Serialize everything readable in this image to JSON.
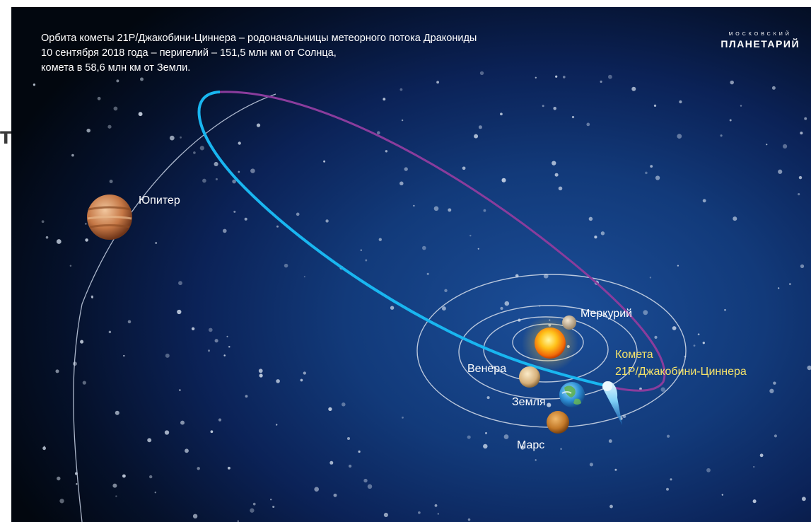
{
  "page": {
    "edge_text": "Т"
  },
  "header": {
    "line1": "Орбита кометы 21P/Джакобини-Циннера – родоначальницы метеорного потока Дракониды",
    "line2": "10 сентября 2018 года – перигелий – 151,5 млн км от Солнца,",
    "line3": "комета в 58,6 млн км от Земли."
  },
  "brand": {
    "top": "МОСКОВСКИЙ",
    "main": "ПЛАНЕТАРИЙ"
  },
  "labels": {
    "jupiter": "Юпитер",
    "mercury": "Меркурий",
    "comet_line1": "Комета",
    "comet_line2": "21P/Джакобини-Циннера",
    "venus": "Венера",
    "earth": "Земля",
    "mars": "Марс"
  },
  "colors": {
    "orbit_lines": "#c9d4e6",
    "comet_orbit_blue": "#19b6f0",
    "comet_orbit_purple": "#8a3c9c",
    "comet_label": "#f5e36a",
    "text": "#ffffff"
  },
  "icons": {
    "sun": "sun-icon",
    "jupiter": "jupiter-planet-icon",
    "mercury": "mercury-planet-icon",
    "venus": "venus-planet-icon",
    "earth": "earth-planet-icon",
    "mars": "mars-planet-icon",
    "comet": "comet-icon"
  }
}
